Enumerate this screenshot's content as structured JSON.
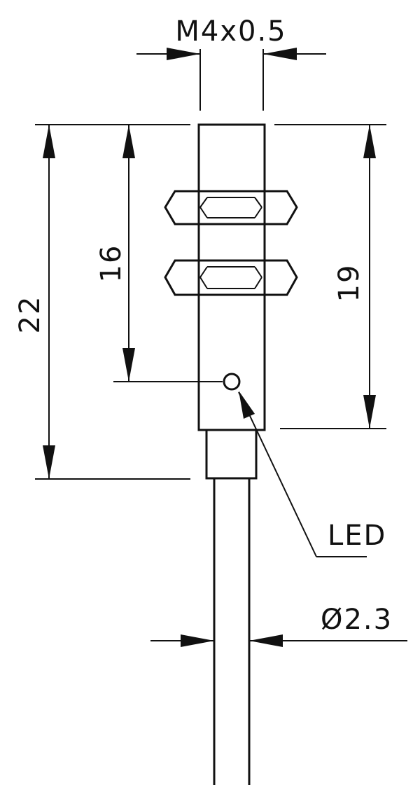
{
  "labels": {
    "thread": "M4x0.5",
    "total_length": "22",
    "led_distance": "16",
    "body_length": "19",
    "led": "LED",
    "cable_diameter": "Ø2.3"
  },
  "colors": {
    "line": "#111111",
    "background": "#ffffff"
  }
}
